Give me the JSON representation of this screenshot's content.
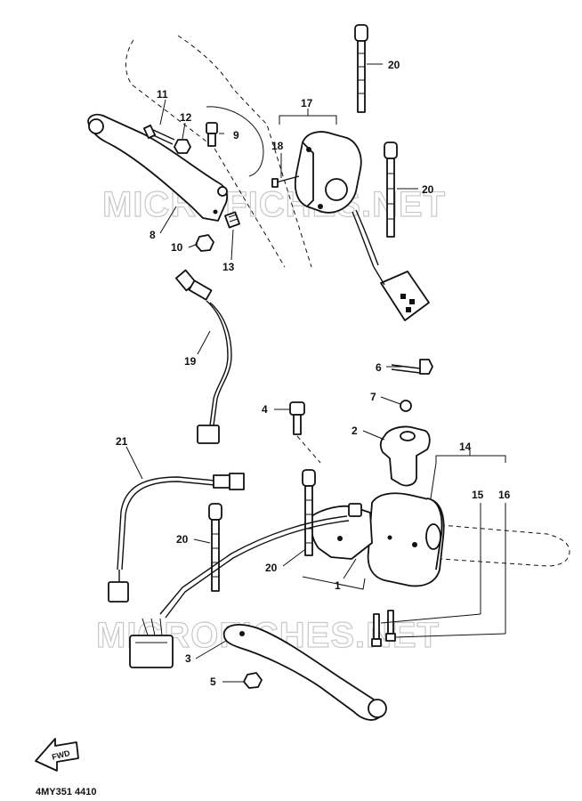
{
  "watermark": {
    "top": "MICROFICHES.NET",
    "bottom": "MICROFICHES.NET"
  },
  "diagram_code": "4MY351 4410",
  "forward_label": "FWD",
  "callouts": {
    "c1": "1",
    "c2": "2",
    "c3": "3",
    "c4": "4",
    "c5": "5",
    "c6": "6",
    "c7": "7",
    "c8": "8",
    "c9": "9",
    "c10": "10",
    "c11": "11",
    "c12": "12",
    "c13": "13",
    "c14": "14",
    "c15": "15",
    "c16": "16",
    "c17": "17",
    "c18": "18",
    "c19": "19",
    "c20a": "20",
    "c20b": "20",
    "c20c": "20",
    "c20d": "20",
    "c21": "21"
  }
}
